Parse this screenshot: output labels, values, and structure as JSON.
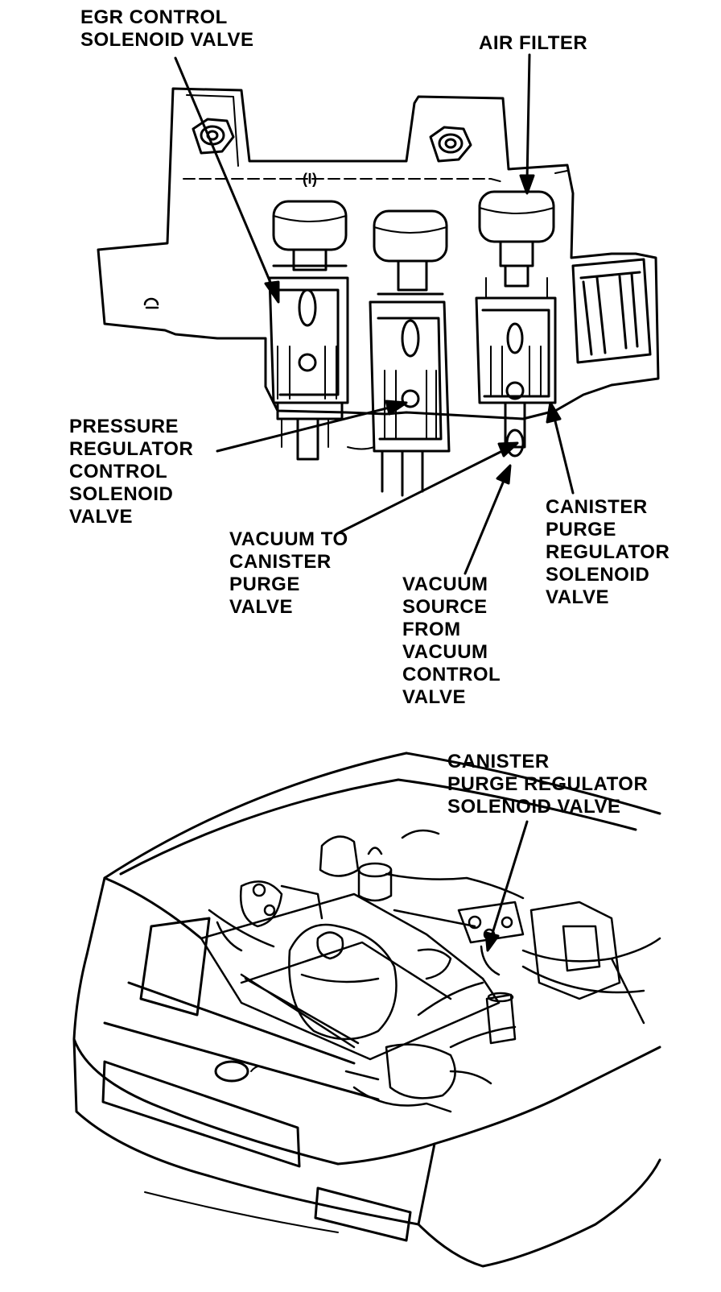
{
  "top_figure": {
    "labels": {
      "egr_valve": [
        "EGR CONTROL",
        "SOLENOID VALVE"
      ],
      "air_filter": [
        "AIR FILTER"
      ],
      "pressure_regulator": [
        "PRESSURE",
        "REGULATOR",
        "CONTROL",
        "SOLENOID",
        "VALVE"
      ],
      "vacuum_to_canister": [
        "VACUUM TO",
        "CANISTER",
        "PURGE",
        "VALVE"
      ],
      "vacuum_source": [
        "VACUUM",
        "SOURCE",
        "FROM",
        "VACUUM",
        "CONTROL",
        "VALVE"
      ],
      "canister_purge": [
        "CANISTER",
        "PURGE",
        "REGULATOR",
        "SOLENOID",
        "VALVE"
      ]
    },
    "bracket_mark": "(I)"
  },
  "bottom_figure": {
    "labels": {
      "canister_purge": [
        "CANISTER",
        "PURGE REGULATOR",
        "SOLENOID VALVE"
      ]
    }
  }
}
